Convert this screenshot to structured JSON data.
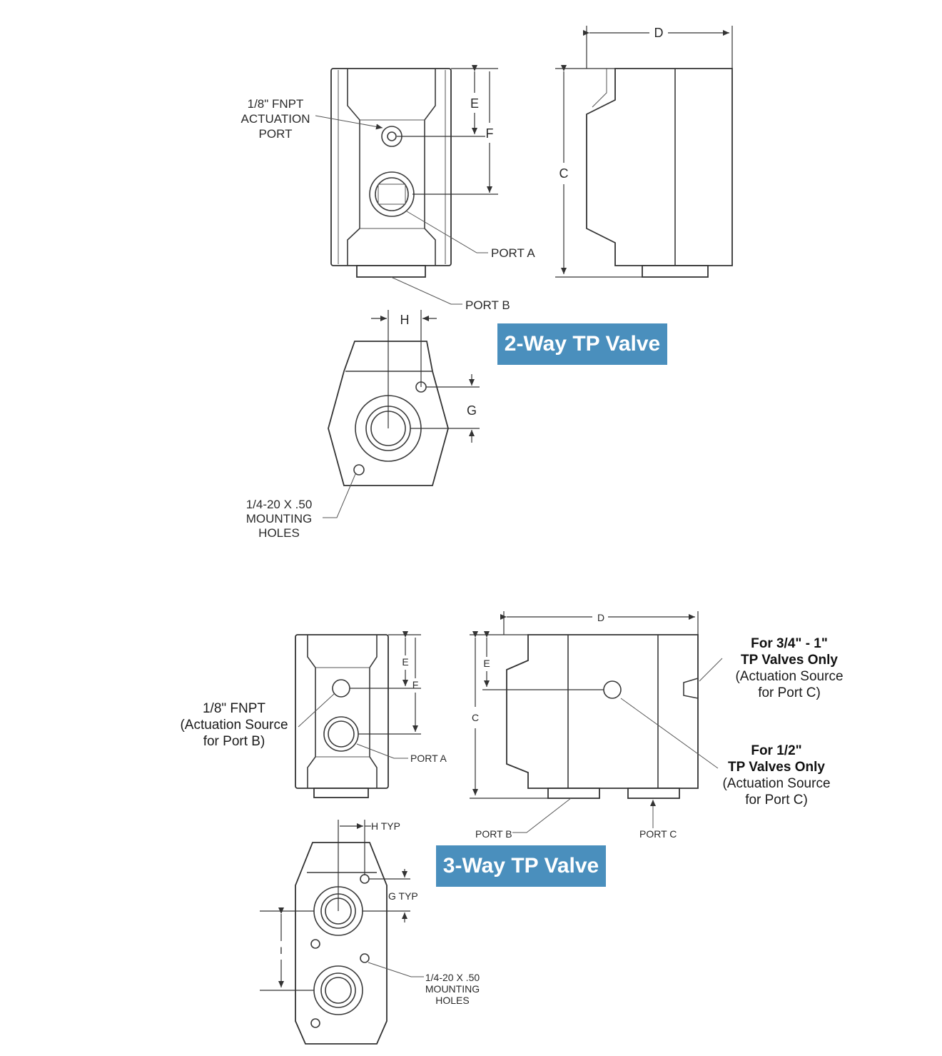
{
  "colors": {
    "badge_background": "#4a8fbd",
    "badge_text": "#ffffff",
    "line": "#333333"
  },
  "two_way": {
    "title": "2-Way TP Valve",
    "actuation_port": [
      "1/8\" FNPT",
      "ACTUATION",
      "PORT"
    ],
    "port_a": "PORT A",
    "port_b": "PORT B",
    "mounting_holes": [
      "1/4-20  X .50",
      "MOUNTING",
      "HOLES"
    ],
    "dims": {
      "c": "C",
      "d": "D",
      "e": "E",
      "f": "F",
      "g": "G",
      "h": "H"
    }
  },
  "three_way": {
    "title": "3-Way TP Valve",
    "actuation_source_b": [
      "1/8\" FNPT",
      "(Actuation Source",
      "for Port B)"
    ],
    "port_a": "PORT A",
    "port_b": "PORT B",
    "port_c": "PORT C",
    "note_large": {
      "bold": [
        "For 3/4\" - 1\"",
        "TP Valves Only"
      ],
      "normal": [
        "(Actuation Source",
        "for Port C)"
      ]
    },
    "note_small": {
      "bold": [
        "For 1/2\"",
        "TP Valves Only"
      ],
      "normal": [
        "(Actuation Source",
        "for Port C)"
      ]
    },
    "mounting_holes": [
      "1/4-20 X .50",
      "MOUNTING",
      "HOLES"
    ],
    "dims": {
      "c": "C",
      "d": "D",
      "e": "E",
      "f": "F",
      "g": "G TYP",
      "h": "H TYP",
      "i": "I"
    }
  }
}
